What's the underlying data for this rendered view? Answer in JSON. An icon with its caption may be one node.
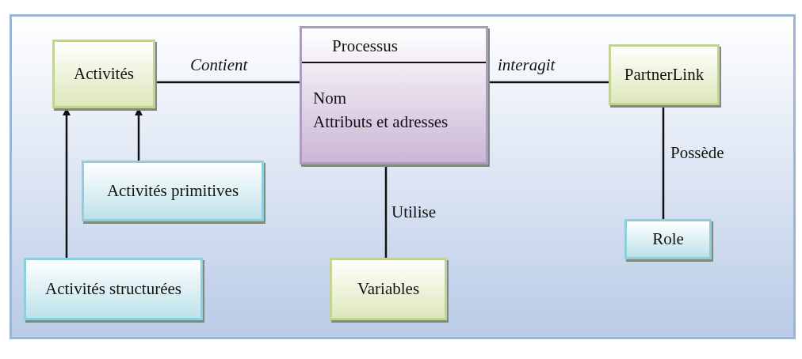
{
  "diagram": {
    "nodes": [
      {
        "text": [
          "Activités"
        ]
      },
      {
        "text": [
          "Processus",
          "Nom",
          "Attributs et adresses"
        ]
      },
      {
        "text": [
          "PartnerLink"
        ]
      },
      {
        "text": [
          "Activités primitives"
        ]
      },
      {
        "text": [
          "Activités structurées"
        ]
      },
      {
        "text": [
          "Variables"
        ]
      },
      {
        "text": [
          "Role"
        ]
      }
    ],
    "edges": [
      {
        "from": 0,
        "to": 1,
        "arrow": "none",
        "label": "Contient"
      },
      {
        "from": 1,
        "to": 2,
        "arrow": "none",
        "label": "interagit"
      },
      {
        "from": 3,
        "to": 0,
        "arrow": "to"
      },
      {
        "from": 4,
        "to": 0,
        "arrow": "to"
      },
      {
        "from": 1,
        "to": 5,
        "arrow": "none",
        "label": "Utilise"
      },
      {
        "from": 2,
        "to": 6,
        "arrow": "none",
        "label": "Possède"
      }
    ]
  }
}
